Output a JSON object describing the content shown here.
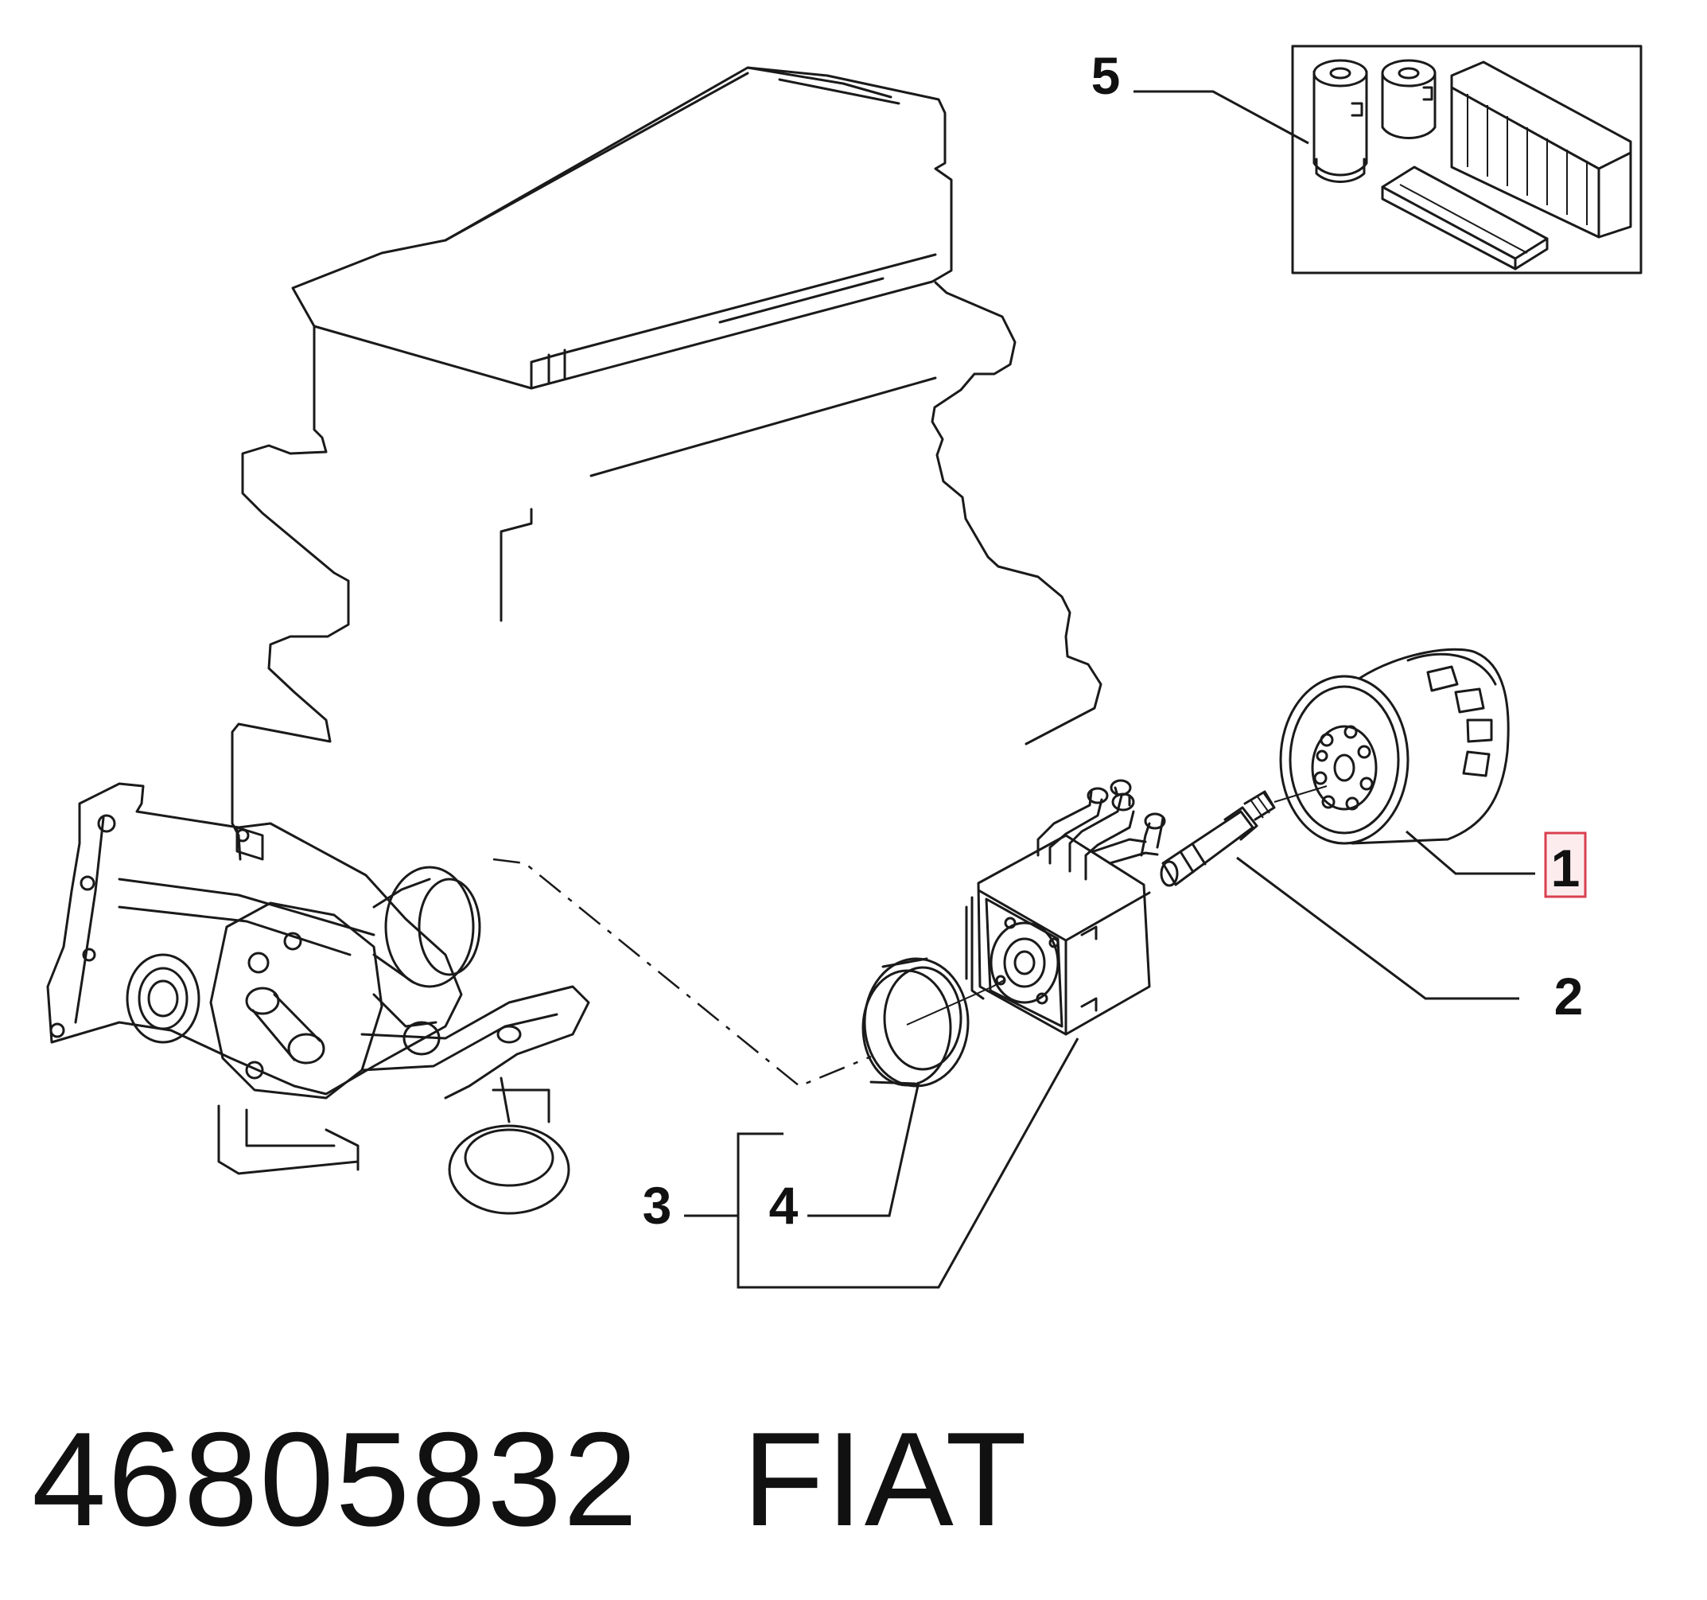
{
  "callouts": [
    {
      "id": "1",
      "label": "1"
    },
    {
      "id": "2",
      "label": "2"
    },
    {
      "id": "3",
      "label": "3"
    },
    {
      "id": "4",
      "label": "4"
    },
    {
      "id": "5",
      "label": "5"
    }
  ],
  "footer": {
    "part_number": "46805832",
    "brand": "FIAT"
  },
  "colors": {
    "line": "#1a1a1a",
    "highlight_border": "#d9404f",
    "highlight_fill": "#fdecee"
  }
}
